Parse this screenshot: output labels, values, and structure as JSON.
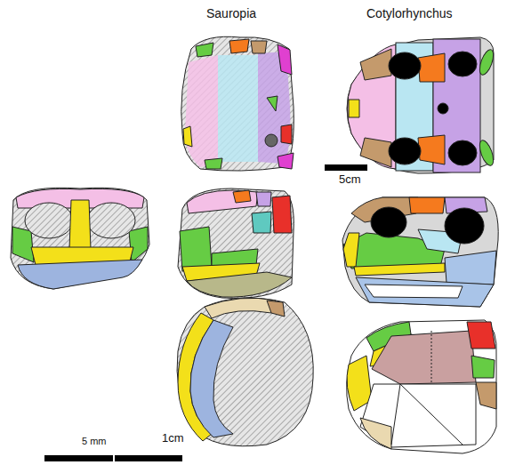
{
  "diagram": {
    "labels": [
      "Sauropia",
      "Cotylorhynchus",
      "5cm",
      "5 mm",
      "1cm"
    ]
  }
}
